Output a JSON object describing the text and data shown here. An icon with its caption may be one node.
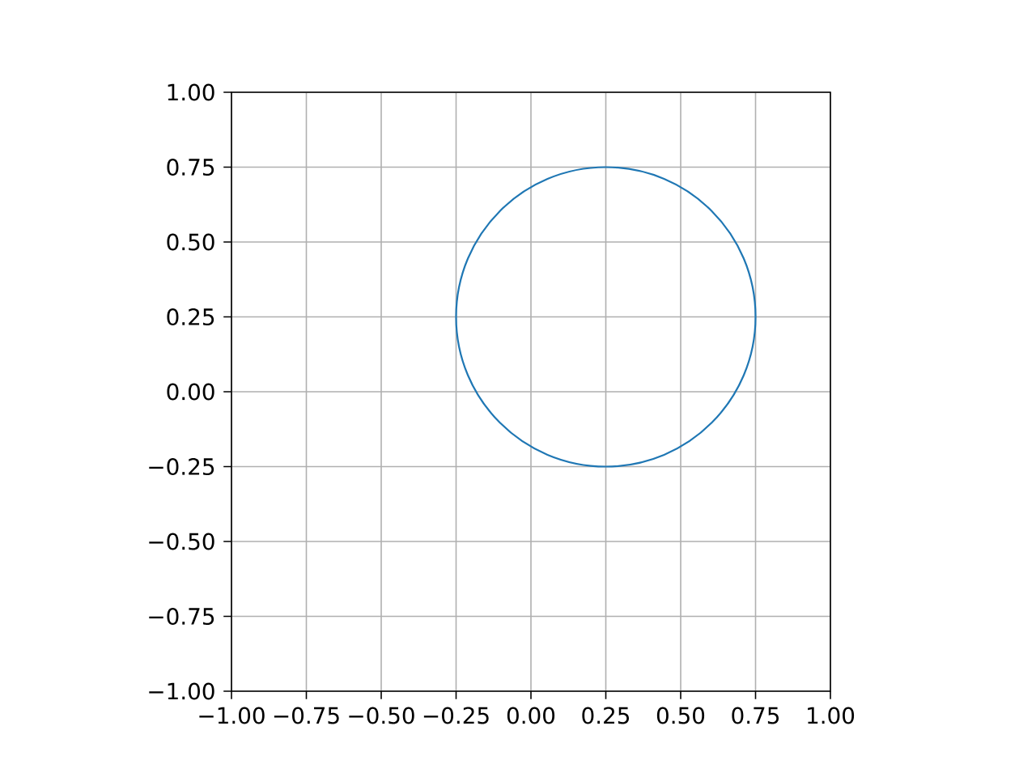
{
  "diagram": {
    "chart_data": {
      "type": "line",
      "xlim": [
        -1,
        1
      ],
      "ylim": [
        -1,
        1
      ],
      "grid": true,
      "xticks": [
        {
          "value": -1,
          "label": "−1.00"
        },
        {
          "value": -0.75,
          "label": "−0.75"
        },
        {
          "value": -0.5,
          "label": "−0.50"
        },
        {
          "value": -0.25,
          "label": "−0.25"
        },
        {
          "value": 0,
          "label": "0.00"
        },
        {
          "value": 0.25,
          "label": "0.25"
        },
        {
          "value": 0.5,
          "label": "0.50"
        },
        {
          "value": 0.75,
          "label": "0.75"
        },
        {
          "value": 1,
          "label": "1.00"
        }
      ],
      "yticks": [
        {
          "value": -1,
          "label": "−1.00"
        },
        {
          "value": -0.75,
          "label": "−0.75"
        },
        {
          "value": -0.5,
          "label": "−0.50"
        },
        {
          "value": -0.25,
          "label": "−0.25"
        },
        {
          "value": 0,
          "label": "0.00"
        },
        {
          "value": 0.25,
          "label": "0.25"
        },
        {
          "value": 0.5,
          "label": "0.50"
        },
        {
          "value": 0.75,
          "label": "0.75"
        },
        {
          "value": 1,
          "label": "1.00"
        }
      ]
    }
  }
}
